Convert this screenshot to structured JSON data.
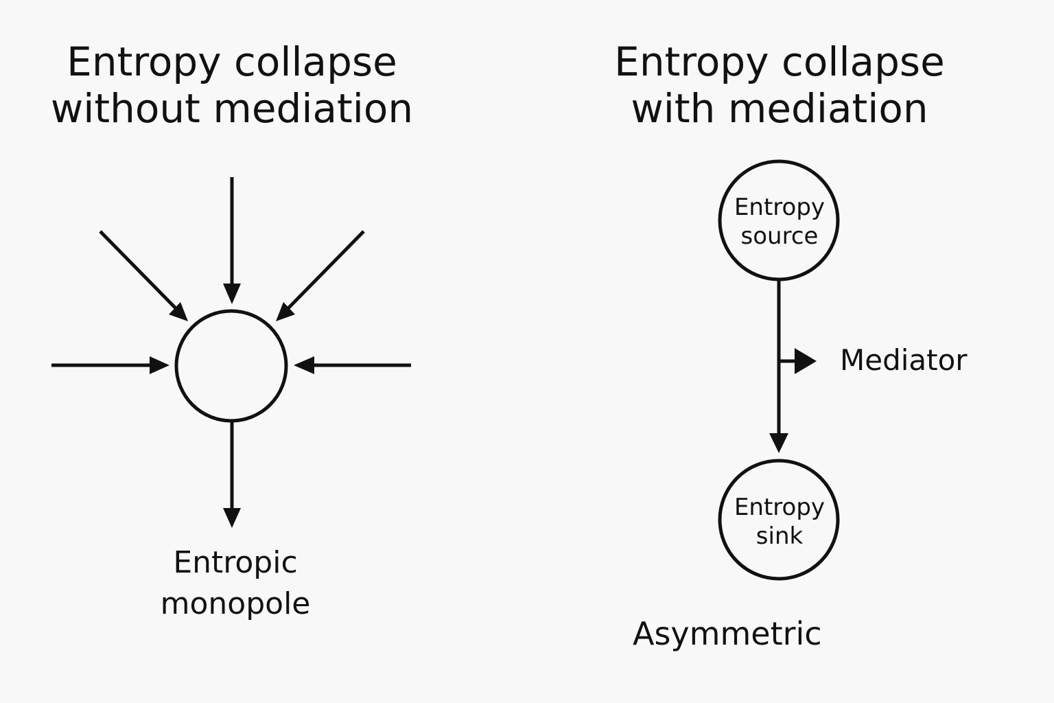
{
  "left_panel": {
    "title_line1": "Entropy collapse",
    "title_line2": "without mediation",
    "caption_line1": "Entropic",
    "caption_line2": "monopole"
  },
  "right_panel": {
    "title_line1": "Entropy collapse",
    "title_line2": "with mediation",
    "source_line1": "Entropy",
    "source_line2": "source",
    "sink_line1": "Entropy",
    "sink_line2": "sink",
    "mediator": "Mediator",
    "caption": "Asymmetric"
  },
  "colors": {
    "background": "#f8f8f8",
    "ink": "#111111"
  }
}
